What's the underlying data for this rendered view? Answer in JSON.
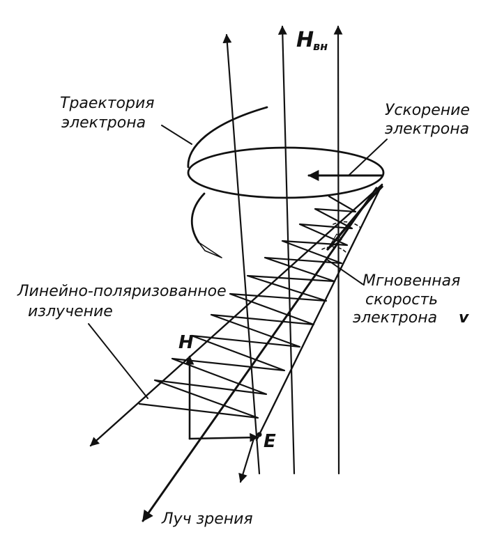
{
  "labels": {
    "h_ext_main": "H",
    "h_ext_sub": "вн",
    "trajectory_line1": "Траектория",
    "trajectory_line2": "электрона",
    "acceleration_line1": "Ускорение",
    "acceleration_line2": "электрона",
    "velocity_line1": "Мгновенная",
    "velocity_line2": "скорость",
    "velocity_line3": "электрона",
    "velocity_symbol": "v",
    "radiation_line1": "Линейно-поляризованное",
    "radiation_line2": "излучение",
    "h_field": "H",
    "e_field": "E",
    "line_of_sight": "Луч зрения"
  },
  "colors": {
    "ink": "#111111",
    "background": "#ffffff"
  }
}
